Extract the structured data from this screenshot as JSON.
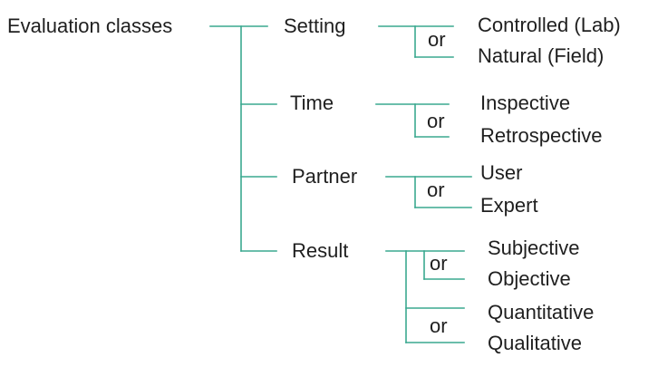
{
  "diagram": {
    "root": "Evaluation classes",
    "branches": [
      {
        "label": "Setting",
        "connector": "or",
        "options": [
          "Controlled (Lab)",
          "Natural (Field)"
        ]
      },
      {
        "label": "Time",
        "connector": "or",
        "options": [
          "Inspective",
          "Retrospective"
        ]
      },
      {
        "label": "Partner",
        "connector": "or",
        "options": [
          "User",
          "Expert"
        ]
      },
      {
        "label": "Result",
        "groups": [
          {
            "connector": "or",
            "options": [
              "Subjective",
              "Objective"
            ]
          },
          {
            "connector": "or",
            "options": [
              "Quantitative",
              "Qualitative"
            ]
          }
        ]
      }
    ]
  },
  "colors": {
    "line": "#3aa88f",
    "text": "#1f1f1f"
  }
}
